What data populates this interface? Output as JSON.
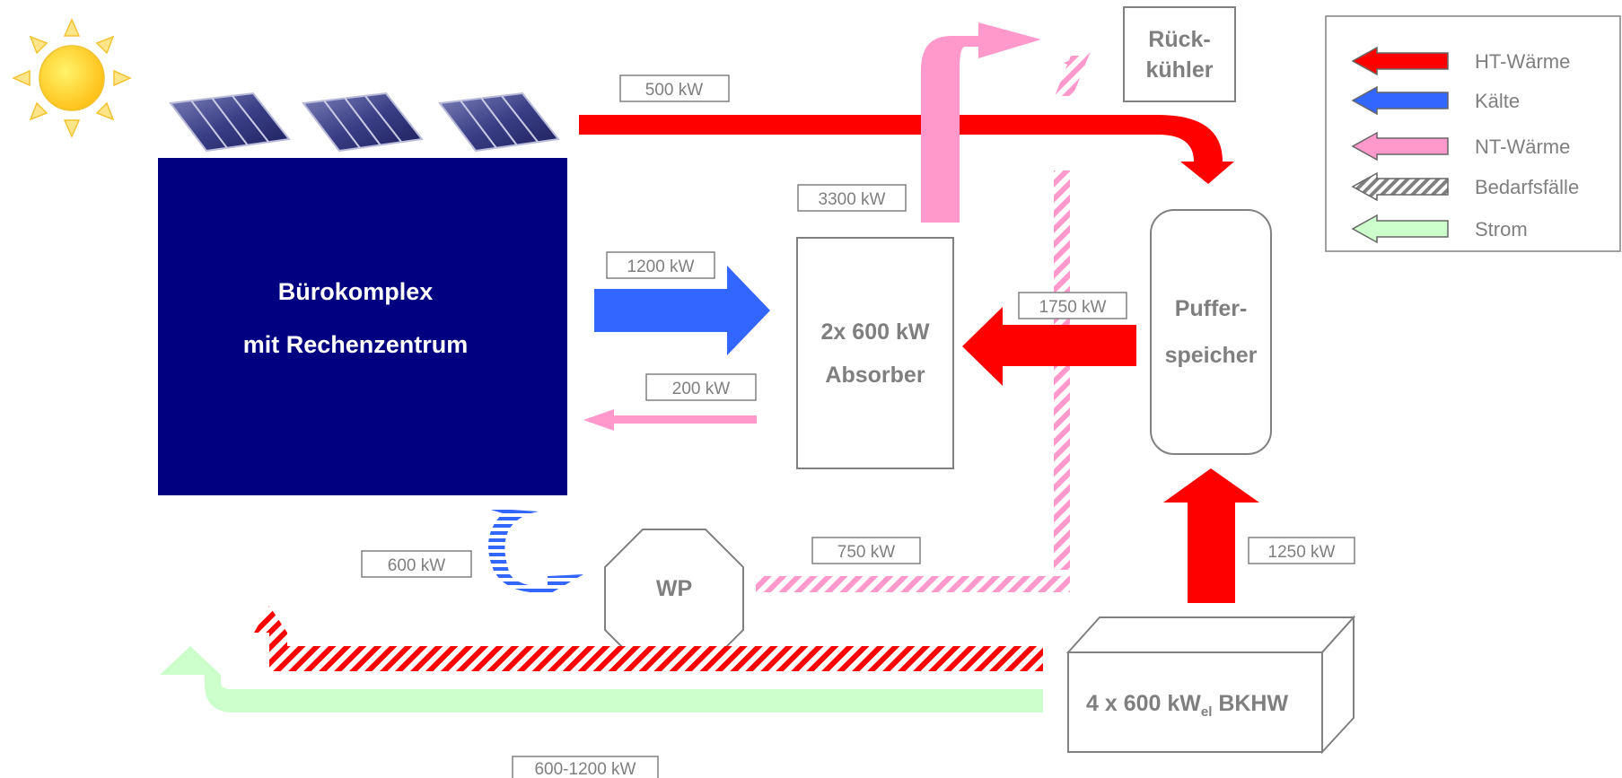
{
  "office": {
    "line1": "Bürokomplex",
    "line2": "mit Rechenzentrum"
  },
  "absorber": {
    "line1": "2x 600 kW",
    "line2": "Absorber"
  },
  "buffer": {
    "line1": "Puffer-",
    "line2": "speicher"
  },
  "cooler": {
    "line1": "Rück-",
    "line2": "kühler"
  },
  "heatpump": {
    "label": "WP"
  },
  "chp": {
    "prefix": "4 x 600 kW",
    "sub": "el",
    "suffix": " BKHW"
  },
  "flows": {
    "solar": "500 kW",
    "cooling_tower": "3300 kW",
    "cold": "1200 kW",
    "lowtemp_return": "200 kW",
    "buffer_to_absorber": "1750 kW",
    "heatpump_out": "600 kW",
    "heatpump_in": "750 kW",
    "chp_to_buffer": "1250 kW",
    "electricity": "600-1200 kW"
  },
  "legend": {
    "items": [
      {
        "label": "HT-Wärme",
        "color": "#ff0000",
        "pattern": "solid"
      },
      {
        "label": "Kälte",
        "color": "#3366ff",
        "pattern": "solid"
      },
      {
        "label": "NT-Wärme",
        "color": "#ff99cc",
        "pattern": "solid"
      },
      {
        "label": "Bedarfsfälle",
        "color": "#808080",
        "pattern": "hatched"
      },
      {
        "label": "Strom",
        "color": "#ccffcc",
        "pattern": "solid"
      }
    ]
  },
  "colors": {
    "ht_heat": "#ff0000",
    "cold": "#3366ff",
    "lt_heat": "#ff99cc",
    "electricity": "#ccffcc",
    "office_fill": "#000080",
    "box_border": "#808080"
  }
}
